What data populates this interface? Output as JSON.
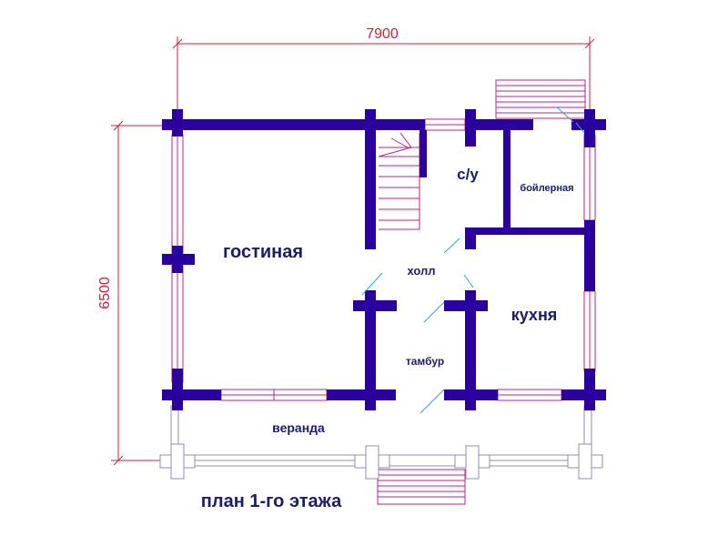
{
  "dimensions": {
    "width": "7900",
    "height": "6500"
  },
  "rooms": {
    "living": "гостиная",
    "bathroom": "с/у",
    "boiler": "бойлерная",
    "hall": "холл",
    "kitchen": "кухня",
    "vestibule": "тамбур",
    "veranda": "веранда"
  },
  "plan_title": "план 1-го этажа",
  "colors": {
    "wall": "#2a009e",
    "window": "#c0208a",
    "dimension": "#d0203a",
    "veranda_outline": "#8f8fb8",
    "text": "#1c1c6e"
  }
}
